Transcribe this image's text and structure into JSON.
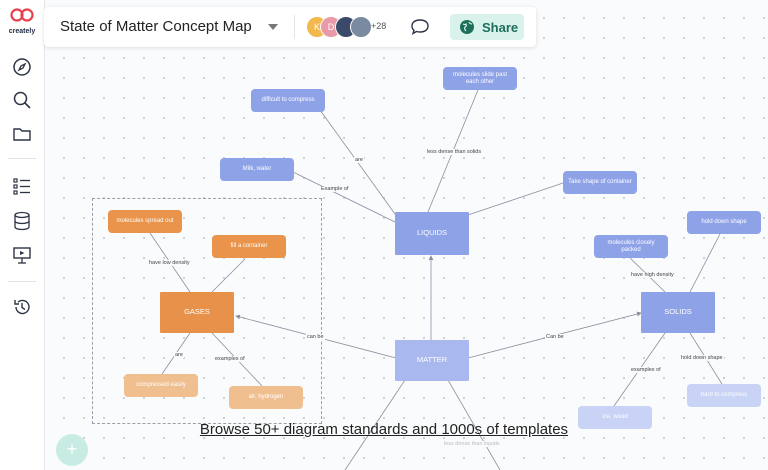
{
  "app": {
    "logo_text": "creately",
    "title": "State of Matter Concept Map",
    "collaborators": [
      {
        "initial": "K",
        "color": "#f2b84b"
      },
      {
        "initial": "D",
        "color": "#e89aa8"
      },
      {
        "initial": "",
        "color": "#3b4a6b"
      },
      {
        "initial": "",
        "color": "#7a8aa0"
      }
    ],
    "collaborator_more": "+28",
    "share_label": "Share"
  },
  "sidebar": {
    "items": [
      "compass-icon",
      "search-icon",
      "folder-icon",
      "list-icon",
      "database-icon",
      "presentation-icon",
      "history-icon"
    ]
  },
  "diagram": {
    "nodes": {
      "matter": "MATTER",
      "liquids": "LIQUIDS",
      "gases": "GASES",
      "solids": "SOLIDS",
      "difficult": "difficult to compress",
      "molecules_slide": "molecules slide past each other",
      "milk": "Milk, water",
      "take_shape": "Take shape of container",
      "molecules_spread": "molecules spread out",
      "fill_container": "fill a container",
      "compressed": "compressed easily",
      "air": "air, hydrogen",
      "molecules_packed": "molecules closely packed",
      "hold_shape": "hold down shape",
      "ice": "ice, wood",
      "hard_compress": "hard to compress"
    },
    "edge_labels": {
      "are_liquid": "are",
      "example_of": "Example of",
      "less_dense": "less dense than solids",
      "have_low_density": "have low density",
      "can_be_gases": "can be",
      "are_gases": "are",
      "examples_of_gases": "examples of",
      "can_be_solids": "Can be",
      "have_high_density": "have high density",
      "examples_of_solids": "examples of",
      "hold_down_shape": "hold down shape",
      "bottom_faint": "less dense than liquids"
    }
  },
  "banner": "Browse 50+ diagram standards and 1000s of templates",
  "colors": {
    "accent": "#1d6e5a",
    "node_blue": "#8ea2e8",
    "node_orange": "#e8914a"
  }
}
